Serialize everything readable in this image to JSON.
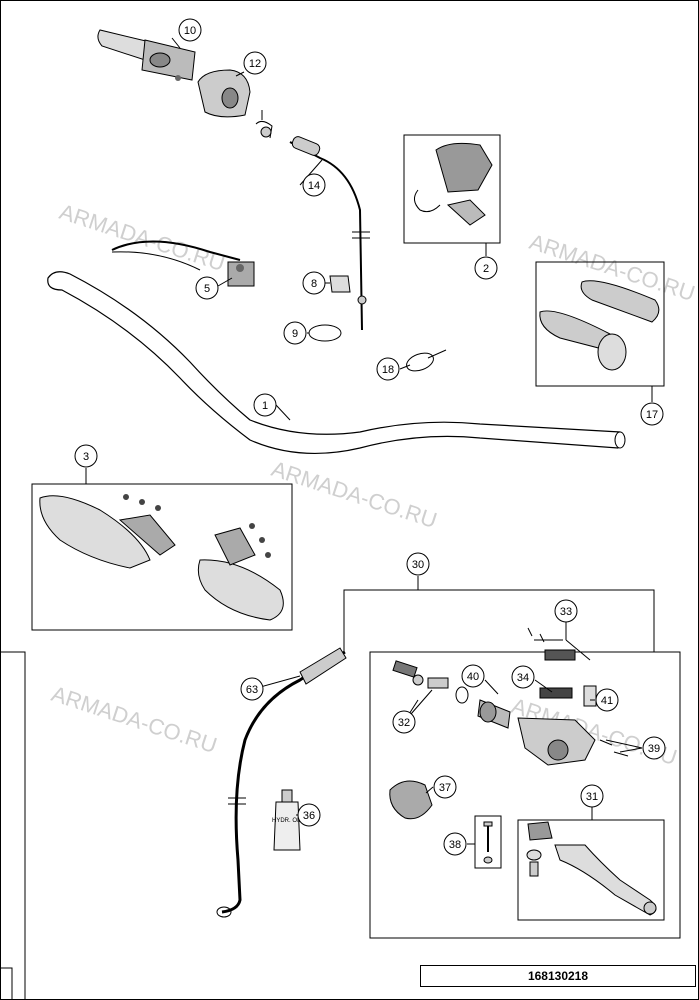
{
  "watermark": {
    "text": "ARMADA-CO.RU",
    "color": "#cfcfcf"
  },
  "document_number": "168130218",
  "callouts": [
    {
      "id": "c-10",
      "label": "10"
    },
    {
      "id": "c-12",
      "label": "12"
    },
    {
      "id": "c-14",
      "label": "14"
    },
    {
      "id": "c-2",
      "label": "2"
    },
    {
      "id": "c-5",
      "label": "5"
    },
    {
      "id": "c-8",
      "label": "8"
    },
    {
      "id": "c-9",
      "label": "9"
    },
    {
      "id": "c-18",
      "label": "18"
    },
    {
      "id": "c-1",
      "label": "1"
    },
    {
      "id": "c-17",
      "label": "17"
    },
    {
      "id": "c-3",
      "label": "3"
    },
    {
      "id": "c-30",
      "label": "30"
    },
    {
      "id": "c-33",
      "label": "33"
    },
    {
      "id": "c-40",
      "label": "40"
    },
    {
      "id": "c-34",
      "label": "34"
    },
    {
      "id": "c-41",
      "label": "41"
    },
    {
      "id": "c-32",
      "label": "32"
    },
    {
      "id": "c-39",
      "label": "39"
    },
    {
      "id": "c-63",
      "label": "63"
    },
    {
      "id": "c-37",
      "label": "37"
    },
    {
      "id": "c-31",
      "label": "31"
    },
    {
      "id": "c-36",
      "label": "36"
    },
    {
      "id": "c-38",
      "label": "38"
    }
  ],
  "fluid_bottle_label": "HYDR. OIL"
}
